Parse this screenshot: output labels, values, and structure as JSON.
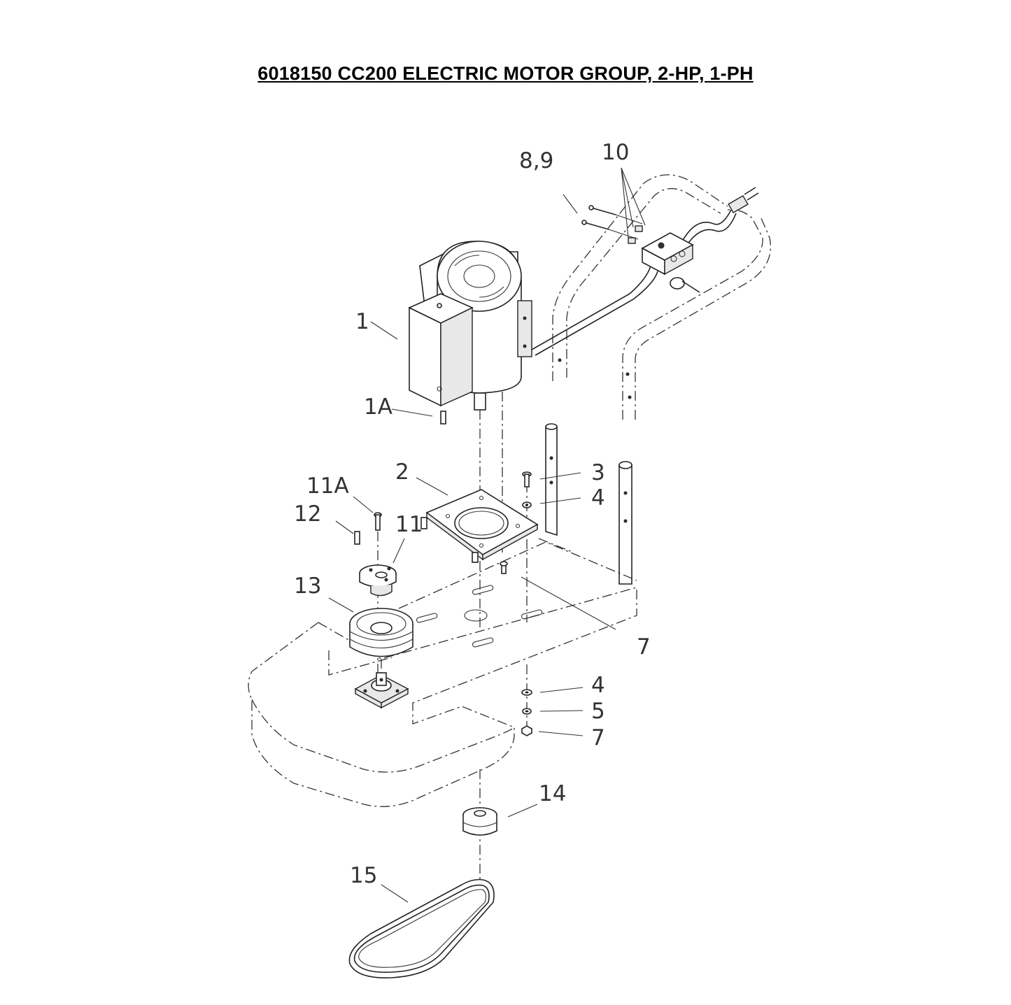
{
  "title": "6018150  CC200 ELECTRIC MOTOR GROUP, 2-HP, 1-PH",
  "callouts": {
    "c1": "1",
    "c1a": "1A",
    "c2": "2",
    "c3": "3",
    "c4a": "4",
    "c4b": "4",
    "c5": "5",
    "c7a": "7",
    "c7b": "7",
    "c89": "8,9",
    "c10": "10",
    "c11": "11",
    "c11a": "11A",
    "c12": "12",
    "c13": "13",
    "c14": "14",
    "c15": "15"
  }
}
